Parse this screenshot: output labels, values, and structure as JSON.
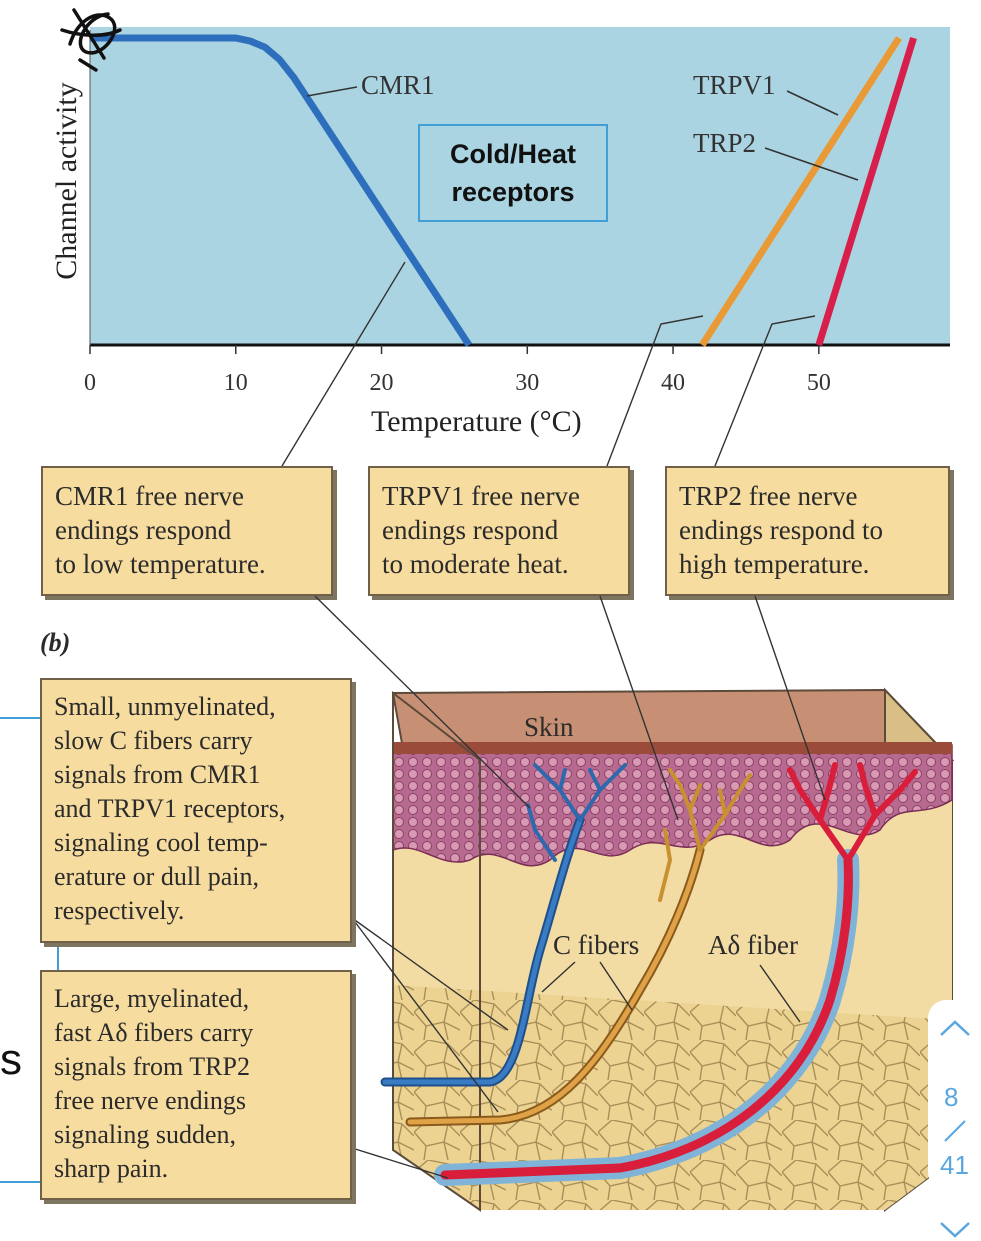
{
  "chart": {
    "ylabel": "Channel activity",
    "xlabel": "Temperature (°C)",
    "annotation": [
      "Cold/Heat",
      "receptors"
    ]
  },
  "chart_data": {
    "type": "line",
    "xlabel": "Temperature (°C)",
    "ylabel": "Channel activity",
    "xlim": [
      0,
      59
    ],
    "xticks": [
      0,
      10,
      20,
      30,
      40,
      50
    ],
    "grid": false,
    "series": [
      {
        "name": "CMR1",
        "color": "#2d6fbd",
        "points": [
          [
            0,
            1
          ],
          [
            10,
            1
          ],
          [
            11,
            0.99
          ],
          [
            12,
            0.97
          ],
          [
            13,
            0.93
          ],
          [
            14,
            0.87
          ],
          [
            26,
            0
          ]
        ]
      },
      {
        "name": "TRPV1",
        "color": "#e99a36",
        "points": [
          [
            42,
            0
          ],
          [
            55.5,
            1
          ]
        ]
      },
      {
        "name": "TRP2",
        "color": "#d81e4a",
        "points": [
          [
            50,
            0
          ],
          [
            56.5,
            1
          ]
        ]
      }
    ]
  },
  "callouts": {
    "cmr1": [
      "CMR1 free nerve",
      "endings respond",
      "to low temperature."
    ],
    "trpv1": [
      "TRPV1 free nerve",
      "endings respond",
      "to moderate heat."
    ],
    "trp2": [
      "TRP2 free nerve",
      "endings respond to",
      "high temperature."
    ]
  },
  "part_b": {
    "label": "(b)",
    "c_fibers_box": [
      "Small, unmyelinated,",
      "slow C fibers carry",
      "signals from CMR1",
      "and TRPV1 receptors,",
      "signaling cool temp-",
      "erature or dull pain,",
      "respectively."
    ],
    "a_delta_box": [
      "Large, myelinated,",
      "fast Aδ fibers carry",
      "signals from TRP2",
      "free nerve endings",
      "signaling sudden,",
      "sharp pain."
    ],
    "skin_label": "Skin",
    "c_fibers_label": "C fibers",
    "a_delta_label": "Aδ fiber"
  },
  "side_fragment": "s",
  "pager": {
    "current": "8",
    "total": "41",
    "up_icon": "chevron-up-icon",
    "down_icon": "chevron-down-icon"
  },
  "colors": {
    "plot_bg": "#abd4e2",
    "callout_bg": "#f7dc9f",
    "cmr1": "#2d6fbd",
    "trpv1": "#e99a36",
    "trp2": "#d81e4a",
    "accent": "#3f9fd6"
  }
}
